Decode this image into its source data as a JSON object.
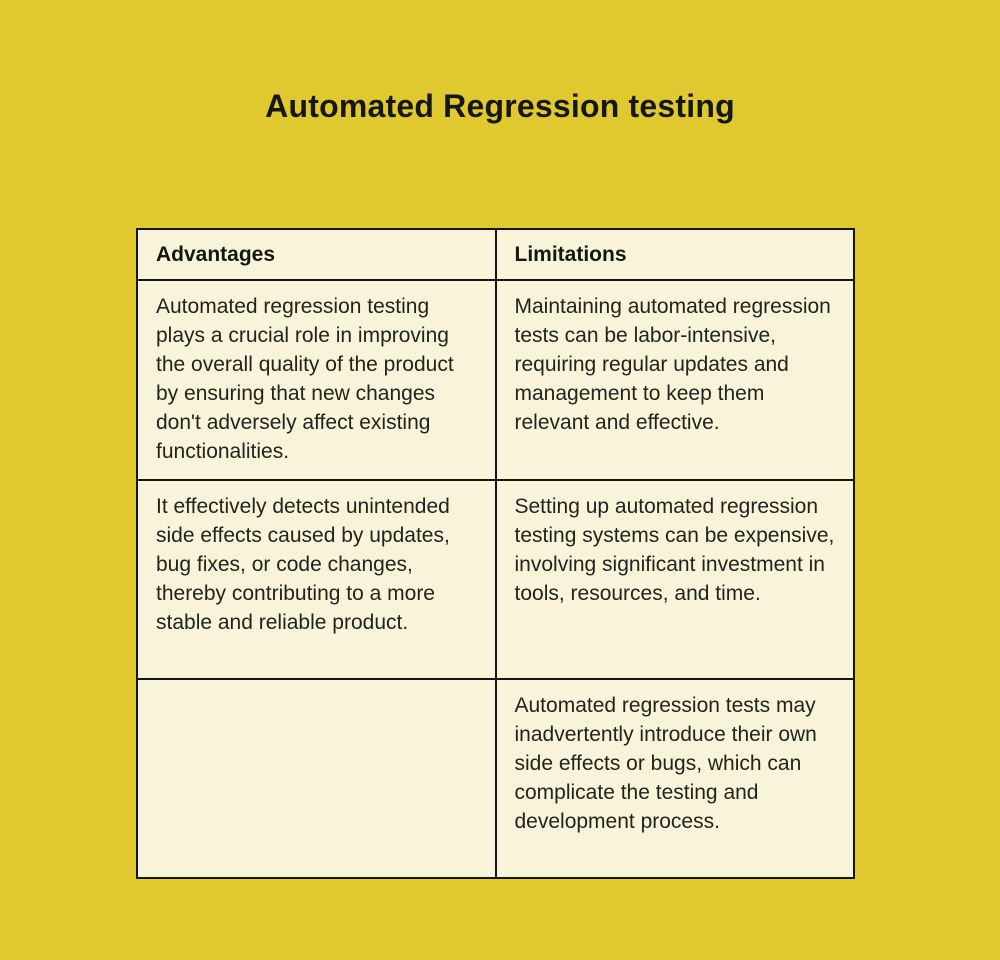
{
  "page": {
    "title": "Automated Regression testing",
    "background_color": "#e0c92e",
    "table_background": "#f8f4da",
    "border_color": "#141414"
  },
  "table": {
    "headers": [
      "Advantages",
      "Limitations"
    ],
    "rows": [
      [
        "Automated regression testing plays a crucial role in improving the overall quality of the product by ensuring that new changes don't adversely affect existing functionalities.",
        "Maintaining automated regression tests can be labor-intensive, requiring regular updates and management to keep them relevant and effective."
      ],
      [
        "It effectively detects unintended side effects caused by updates, bug fixes, or code changes, thereby contributing to a more stable and reliable product.",
        "Setting up automated regression testing systems can be expensive, involving significant investment in tools, resources, and time."
      ],
      [
        "",
        "Automated regression tests may inadvertently introduce their own side effects or bugs, which can complicate the testing and development process."
      ]
    ]
  }
}
